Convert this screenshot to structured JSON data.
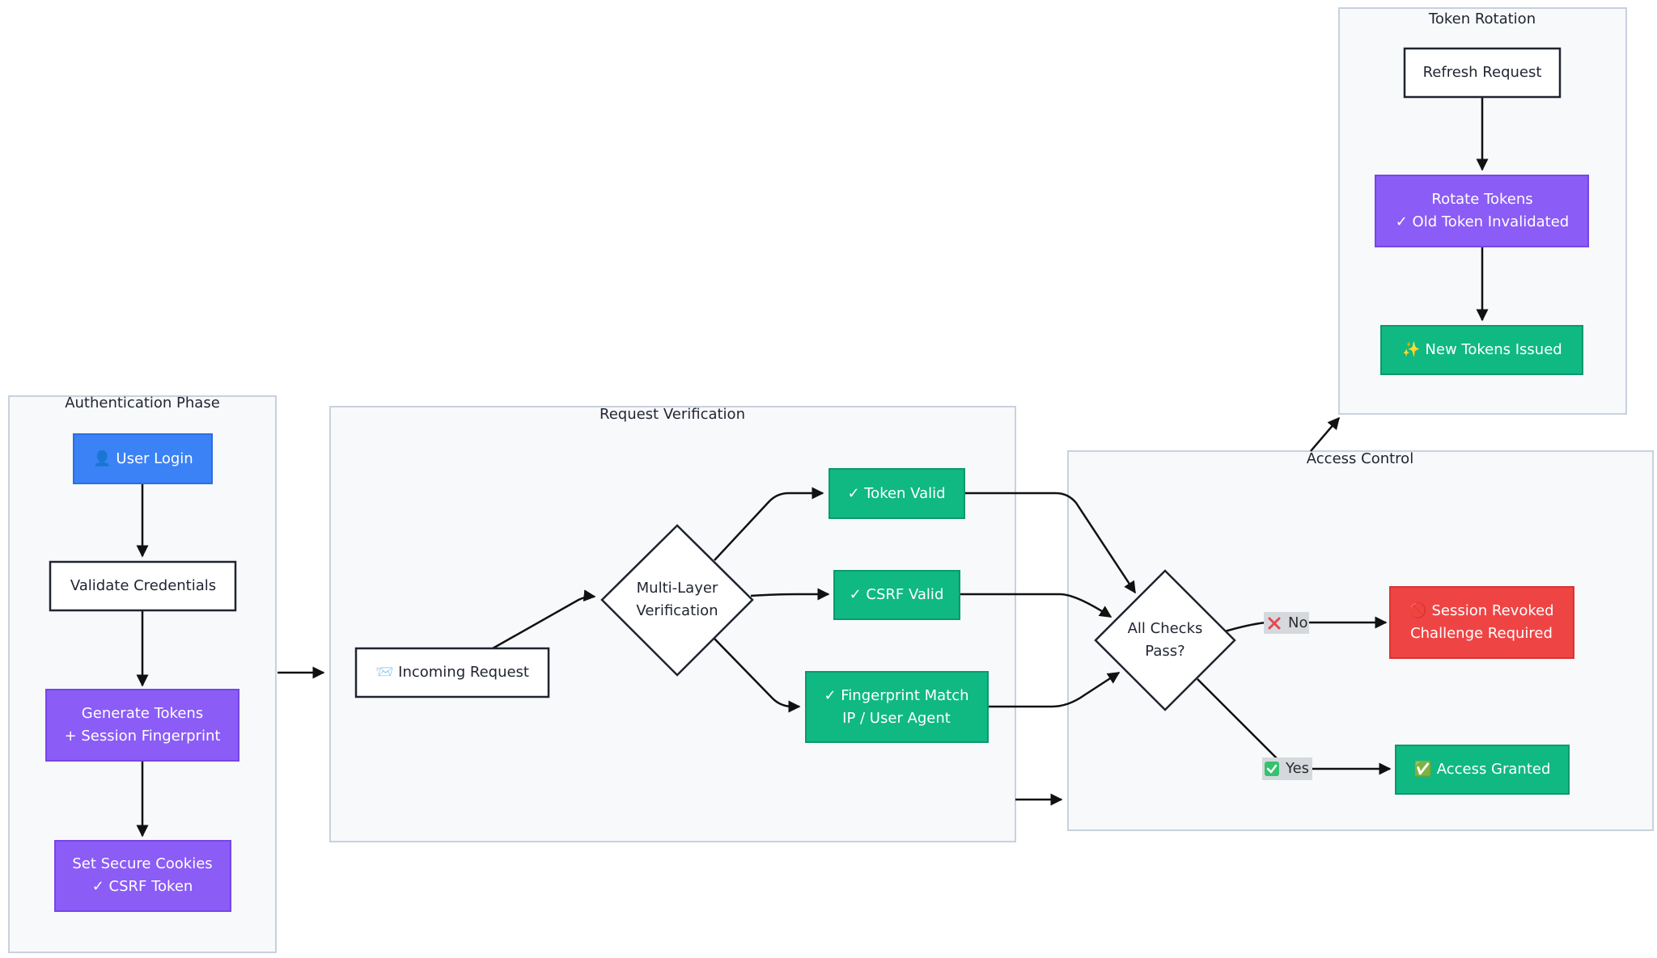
{
  "clusters": {
    "auth": "Authentication Phase",
    "verify": "Request Verification",
    "access": "Access Control",
    "rotation": "Token Rotation"
  },
  "nodes": {
    "user_login": "👤 User Login",
    "validate_credentials": "Validate Credentials",
    "generate_tokens_1": "Generate Tokens",
    "generate_tokens_2": "+ Session Fingerprint",
    "set_cookies_1": "Set Secure Cookies",
    "set_cookies_2": "✓ CSRF Token",
    "incoming_request": "📨 Incoming Request",
    "multi_layer_1": "Multi-Layer",
    "multi_layer_2": "Verification",
    "token_valid": "✓ Token Valid",
    "csrf_valid": "✓ CSRF Valid",
    "fingerprint_1": "✓ Fingerprint Match",
    "fingerprint_2": "IP / User Agent",
    "all_checks_1": "All Checks",
    "all_checks_2": "Pass?",
    "session_revoked_1": "🚫 Session Revoked",
    "session_revoked_2": "Challenge Required",
    "access_granted": "✅ Access Granted",
    "refresh_request": "Refresh Request",
    "rotate_tokens_1": "Rotate Tokens",
    "rotate_tokens_2": "✓ Old Token Invalidated",
    "new_tokens": "✨ New Tokens Issued"
  },
  "edge_labels": {
    "no": "No",
    "yes": "Yes"
  },
  "icons": {
    "no": "cross-mark-icon",
    "yes": "check-box-icon"
  },
  "colors": {
    "blue": "#3b82f6",
    "purple": "#8b5cf6",
    "green": "#10b981",
    "red": "#ef4444"
  }
}
